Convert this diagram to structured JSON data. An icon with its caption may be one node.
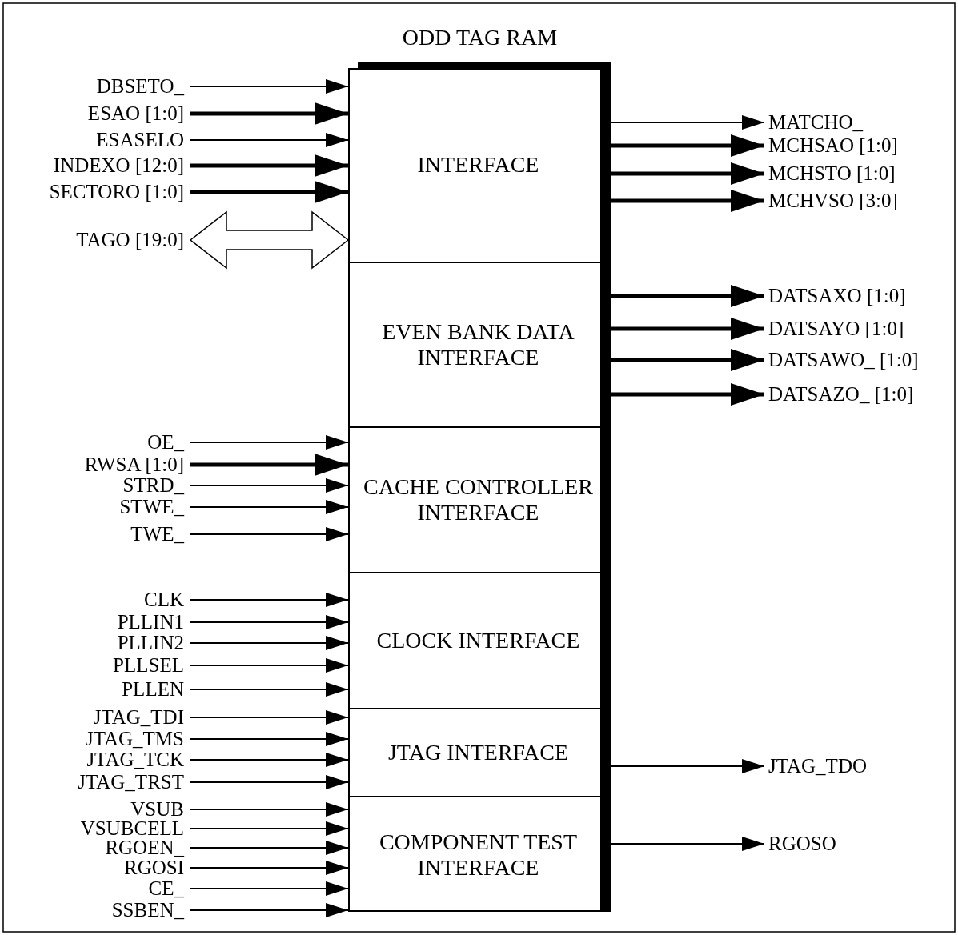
{
  "diagram": {
    "nodes": [
      {
        "text": [
          "ODD TAG RAM"
        ]
      },
      {
        "text": [
          "INTERFACE"
        ],
        "in": 0
      },
      {
        "text": [
          "EVEN BANK DATA INTERFACE"
        ],
        "in": 0
      },
      {
        "text": [
          "CACHE CONTROLLER INTERFACE"
        ],
        "in": 0
      },
      {
        "text": [
          "CLOCK INTERFACE"
        ],
        "in": 0
      },
      {
        "text": [
          "JTAG INTERFACE"
        ],
        "in": 0
      },
      {
        "text": [
          "COMPONENT TEST INTERFACE"
        ],
        "in": 0
      },
      {
        "text": [
          "DBSETO_"
        ]
      },
      {
        "text": [
          "ESAO [1:0]"
        ]
      },
      {
        "text": [
          "ESASELO"
        ]
      },
      {
        "text": [
          "INDEXO [12:0]"
        ]
      },
      {
        "text": [
          "SECTORO [1:0]"
        ]
      },
      {
        "text": [
          "TAGO [19:0]"
        ]
      },
      {
        "text": [
          "OE_"
        ]
      },
      {
        "text": [
          "RWSA [1:0]"
        ]
      },
      {
        "text": [
          "STRD_"
        ]
      },
      {
        "text": [
          "STWE_"
        ]
      },
      {
        "text": [
          "TWE_"
        ]
      },
      {
        "text": [
          "CLK"
        ]
      },
      {
        "text": [
          "PLLIN1"
        ]
      },
      {
        "text": [
          "PLLIN2"
        ]
      },
      {
        "text": [
          "PLLSEL"
        ]
      },
      {
        "text": [
          "PLLEN"
        ]
      },
      {
        "text": [
          "JTAG_TDI"
        ]
      },
      {
        "text": [
          "JTAG_TMS"
        ]
      },
      {
        "text": [
          "JTAG_TCK"
        ]
      },
      {
        "text": [
          "JTAG_TRST"
        ]
      },
      {
        "text": [
          "VSUB"
        ]
      },
      {
        "text": [
          "VSUBCELL"
        ]
      },
      {
        "text": [
          "RGOEN_"
        ]
      },
      {
        "text": [
          "RGOSI"
        ]
      },
      {
        "text": [
          "CE_"
        ]
      },
      {
        "text": [
          "SSBEN_"
        ]
      },
      {
        "text": [
          "MATCHO_"
        ]
      },
      {
        "text": [
          "MCHSAO [1:0]"
        ]
      },
      {
        "text": [
          "MCHSTO [1:0]"
        ]
      },
      {
        "text": [
          "MCHVSO [3:0]"
        ]
      },
      {
        "text": [
          "DATSAXO [1:0]"
        ]
      },
      {
        "text": [
          "DATSAYO [1:0]"
        ]
      },
      {
        "text": [
          "DATSAWO_ [1:0]"
        ]
      },
      {
        "text": [
          "DATSAZO_ [1:0]"
        ]
      },
      {
        "text": [
          "JTAG_TDO"
        ]
      },
      {
        "text": [
          "RGOSO"
        ]
      }
    ],
    "edges": [
      {
        "from": 7,
        "to": 1,
        "arrow": "to"
      },
      {
        "from": 8,
        "to": 1,
        "arrow": "to",
        "style": "thick"
      },
      {
        "from": 9,
        "to": 1,
        "arrow": "to"
      },
      {
        "from": 10,
        "to": 1,
        "arrow": "to",
        "style": "thick"
      },
      {
        "from": 11,
        "to": 1,
        "arrow": "to",
        "style": "thick"
      },
      {
        "from": 12,
        "to": 1,
        "arrow": "both"
      },
      {
        "from": 13,
        "to": 3,
        "arrow": "to"
      },
      {
        "from": 14,
        "to": 3,
        "arrow": "to",
        "style": "thick"
      },
      {
        "from": 15,
        "to": 3,
        "arrow": "to"
      },
      {
        "from": 16,
        "to": 3,
        "arrow": "to"
      },
      {
        "from": 17,
        "to": 3,
        "arrow": "to"
      },
      {
        "from": 18,
        "to": 4,
        "arrow": "to"
      },
      {
        "from": 19,
        "to": 4,
        "arrow": "to"
      },
      {
        "from": 20,
        "to": 4,
        "arrow": "to"
      },
      {
        "from": 21,
        "to": 4,
        "arrow": "to"
      },
      {
        "from": 22,
        "to": 4,
        "arrow": "to"
      },
      {
        "from": 23,
        "to": 5,
        "arrow": "to"
      },
      {
        "from": 24,
        "to": 5,
        "arrow": "to"
      },
      {
        "from": 25,
        "to": 5,
        "arrow": "to"
      },
      {
        "from": 26,
        "to": 5,
        "arrow": "to"
      },
      {
        "from": 27,
        "to": 6,
        "arrow": "to"
      },
      {
        "from": 28,
        "to": 6,
        "arrow": "to"
      },
      {
        "from": 29,
        "to": 6,
        "arrow": "to"
      },
      {
        "from": 30,
        "to": 6,
        "arrow": "to"
      },
      {
        "from": 31,
        "to": 6,
        "arrow": "to"
      },
      {
        "from": 32,
        "to": 6,
        "arrow": "to"
      },
      {
        "from": 1,
        "to": 33,
        "arrow": "to"
      },
      {
        "from": 1,
        "to": 34,
        "arrow": "to",
        "style": "thick"
      },
      {
        "from": 1,
        "to": 35,
        "arrow": "to",
        "style": "thick"
      },
      {
        "from": 1,
        "to": 36,
        "arrow": "to",
        "style": "thick"
      },
      {
        "from": 2,
        "to": 37,
        "arrow": "to",
        "style": "thick"
      },
      {
        "from": 2,
        "to": 38,
        "arrow": "to",
        "style": "thick"
      },
      {
        "from": 2,
        "to": 39,
        "arrow": "to",
        "style": "thick"
      },
      {
        "from": 2,
        "to": 40,
        "arrow": "to",
        "style": "thick"
      },
      {
        "from": 5,
        "to": 41,
        "arrow": "to"
      },
      {
        "from": 6,
        "to": 42,
        "arrow": "to"
      }
    ]
  }
}
